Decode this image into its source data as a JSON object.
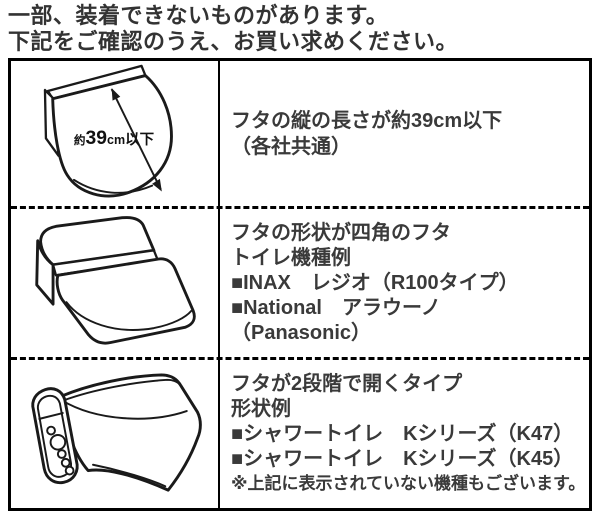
{
  "header": {
    "line1": "一部、装着できないものがあります。",
    "line2": "下記をご確認のうえ、お買い求めください。"
  },
  "measurement_label": {
    "prefix": "約",
    "value": "39",
    "unit": "cm",
    "qualifier": "以下"
  },
  "rows": [
    {
      "illustration": "round-lid-with-length-arrow",
      "lines": [
        "フタの縦の長さが約39cm以下",
        "（各社共通）"
      ]
    },
    {
      "illustration": "square-lid",
      "lines": [
        "フタの形状が四角のフタ",
        "トイレ機種例",
        "■INAX　レジオ（R100タイプ）",
        "■National　アラウーノ",
        "（Panasonic）"
      ]
    },
    {
      "illustration": "two-stage-lid-with-control-panel",
      "lines": [
        "フタが2段階で開くタイプ",
        "形状例",
        "■シャワートイレ　Kシリーズ（K47）",
        "■シャワートイレ　Kシリーズ（K45）",
        "※上記に表示されていない機種もございます。"
      ]
    }
  ],
  "colors": {
    "text": "#3a3a3a",
    "line_art": "#1a1a1a",
    "border": "#000000",
    "background": "#ffffff"
  }
}
